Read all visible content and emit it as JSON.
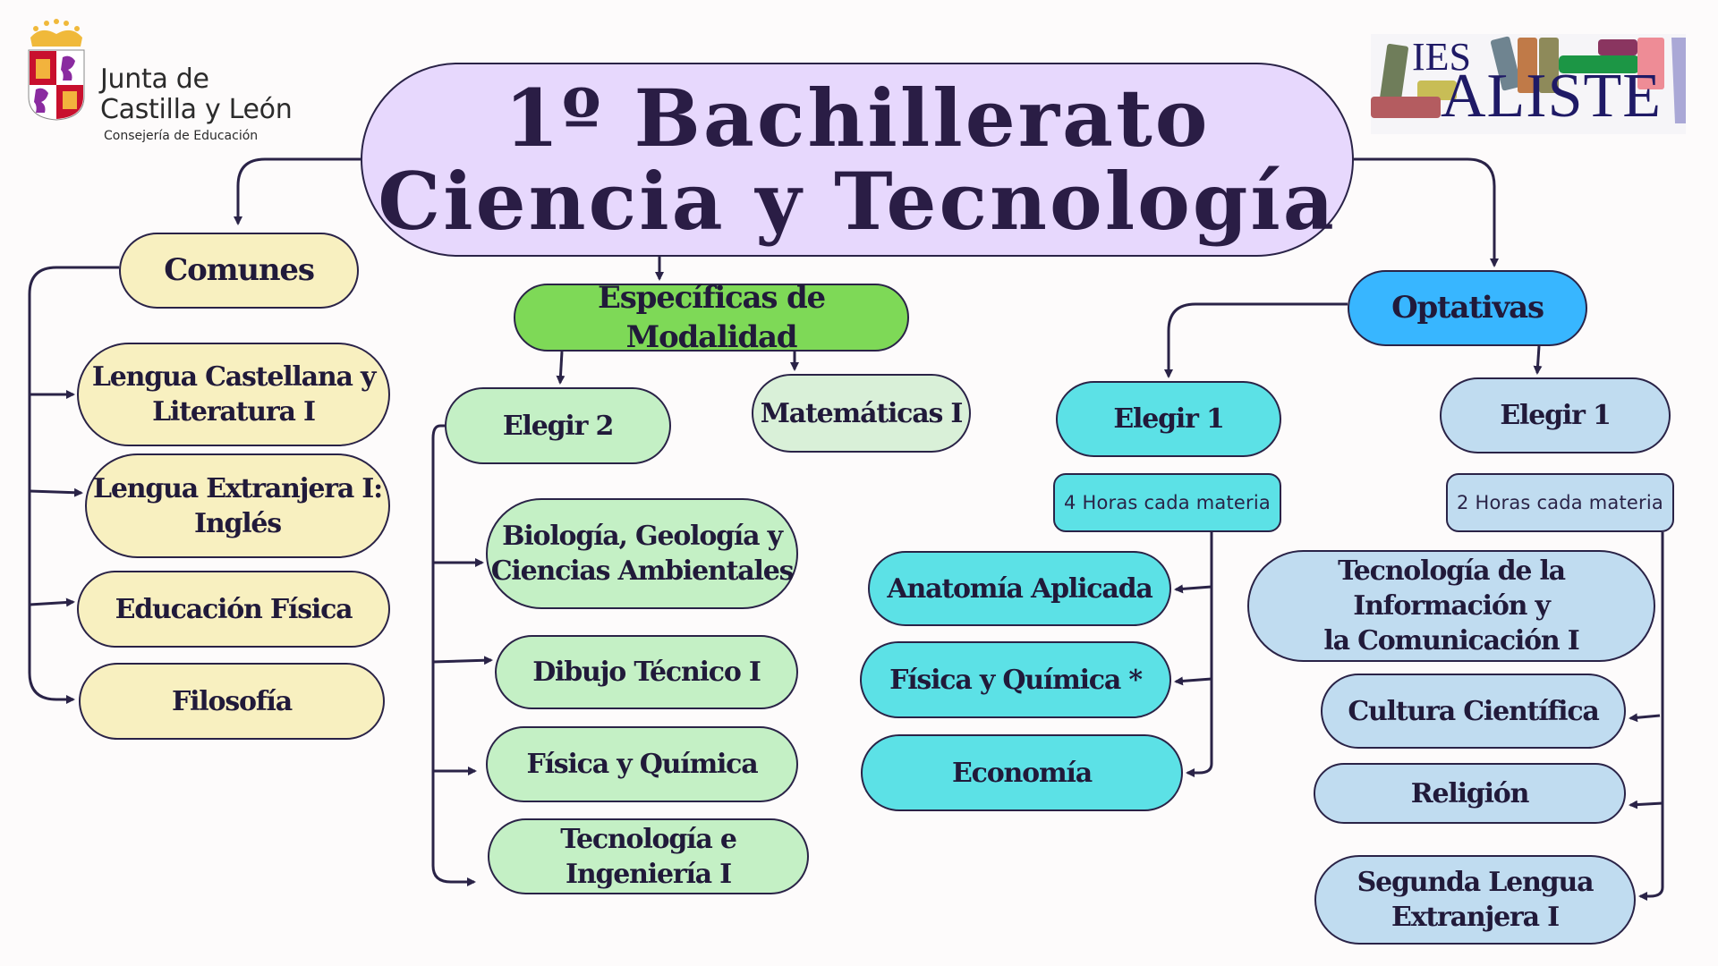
{
  "logos": {
    "left": {
      "line1": "Junta de",
      "line2": "Castilla y León",
      "subtitle": "Consejería de Educación"
    },
    "right": {
      "prefix": "IES",
      "name": "ALISTE"
    }
  },
  "title": {
    "line1": "1º Bachillerato",
    "line2": "Ciencia y Tecnología"
  },
  "colors": {
    "title_bg": "#e7d8fd",
    "comunes_bg": "#f8f0c0",
    "especificas_bg": "#7ed957",
    "especificas_child_bg": "#c4f0c5",
    "matematicas_bg": "#d9f0d8",
    "optativas_bg": "#38b6ff",
    "optativas_4h_bg": "#5ce1e6",
    "optativas_2h_bg": "#c0dcf0",
    "line": "#2a2347"
  },
  "comunes": {
    "label": "Comunes",
    "items": [
      {
        "line1": "Lengua Castellana y",
        "line2": "Literatura I"
      },
      {
        "line1": "Lengua Extranjera I:",
        "line2": "Inglés"
      },
      {
        "line1": "Educación Física",
        "line2": ""
      },
      {
        "line1": "Filosofía",
        "line2": ""
      }
    ]
  },
  "especificas": {
    "label": "Específicas de Modalidad",
    "choose_label": "Elegir 2",
    "fixed_label": "Matemáticas I",
    "items": [
      {
        "line1": "Biología, Geología y",
        "line2": "Ciencias Ambientales"
      },
      {
        "line1": "Dibujo Técnico I",
        "line2": ""
      },
      {
        "line1": "Física y Química",
        "line2": ""
      },
      {
        "line1": "Tecnología e Ingeniería I",
        "line2": ""
      }
    ]
  },
  "optativas": {
    "label": "Optativas",
    "group_a": {
      "choose_label": "Elegir 1",
      "hours_label": "4 Horas cada materia",
      "items": [
        {
          "line1": "Anatomía Aplicada"
        },
        {
          "line1": "Física y Química *"
        },
        {
          "line1": "Economía"
        }
      ]
    },
    "group_b": {
      "choose_label": "Elegir 1",
      "hours_label": "2 Horas cada materia",
      "items": [
        {
          "line1": "Tecnología de la Información y",
          "line2": "la Comunicación I"
        },
        {
          "line1": "Cultura Científica",
          "line2": ""
        },
        {
          "line1": "Religión",
          "line2": ""
        },
        {
          "line1": "Segunda Lengua",
          "line2": "Extranjera I"
        }
      ]
    }
  }
}
